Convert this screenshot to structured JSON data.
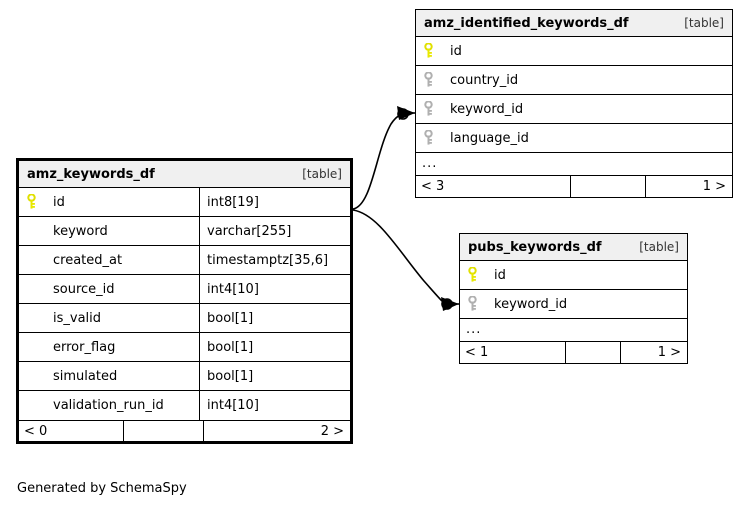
{
  "diagram": {
    "caption": "Generated by SchemaSpy",
    "table_tag": "[table]",
    "ellipsis": "...",
    "colors": {
      "primary_key": "#e8e800",
      "foreign_key": "#b0b0b0",
      "border": "#000000",
      "header_background": "#f0f0f0",
      "background": "#ffffff"
    }
  },
  "tables": {
    "amz_keywords_df": {
      "title": "amz_keywords_df",
      "tag": "[table]",
      "columns": [
        {
          "key": "primary",
          "name": "id",
          "type": "int8[19]"
        },
        {
          "key": "none",
          "name": "keyword",
          "type": "varchar[255]"
        },
        {
          "key": "none",
          "name": "created_at",
          "type": "timestamptz[35,6]"
        },
        {
          "key": "none",
          "name": "source_id",
          "type": "int4[10]"
        },
        {
          "key": "none",
          "name": "is_valid",
          "type": "bool[1]"
        },
        {
          "key": "none",
          "name": "error_flag",
          "type": "bool[1]"
        },
        {
          "key": "none",
          "name": "simulated",
          "type": "bool[1]"
        },
        {
          "key": "none",
          "name": "validation_run_id",
          "type": "int4[10]"
        }
      ],
      "has_ellipsis": false,
      "footer": {
        "left": "< 0",
        "middle": "",
        "right": "2 >"
      }
    },
    "amz_identified_keywords_df": {
      "title": "amz_identified_keywords_df",
      "tag": "[table]",
      "columns": [
        {
          "key": "primary",
          "name": "id",
          "type": ""
        },
        {
          "key": "foreign",
          "name": "country_id",
          "type": ""
        },
        {
          "key": "foreign",
          "name": "keyword_id",
          "type": ""
        },
        {
          "key": "foreign",
          "name": "language_id",
          "type": ""
        }
      ],
      "has_ellipsis": true,
      "ellipsis": "...",
      "footer": {
        "left": "< 3",
        "middle": "",
        "right": "1 >"
      }
    },
    "pubs_keywords_df": {
      "title": "pubs_keywords_df",
      "tag": "[table]",
      "columns": [
        {
          "key": "primary",
          "name": "id",
          "type": ""
        },
        {
          "key": "foreign",
          "name": "keyword_id",
          "type": ""
        }
      ],
      "has_ellipsis": true,
      "ellipsis": "...",
      "footer": {
        "left": "< 1",
        "middle": "",
        "right": "1 >"
      }
    }
  },
  "relationships": [
    {
      "name": "amz_keywords_df-id-to-amz_identified_keywords_df-keyword_id",
      "from_table": "amz_keywords_df",
      "from_column": "id",
      "to_table": "amz_identified_keywords_df",
      "to_column": "keyword_id"
    },
    {
      "name": "amz_keywords_df-id-to-pubs_keywords_df-keyword_id",
      "from_table": "amz_keywords_df",
      "from_column": "id",
      "to_table": "pubs_keywords_df",
      "to_column": "keyword_id"
    }
  ]
}
